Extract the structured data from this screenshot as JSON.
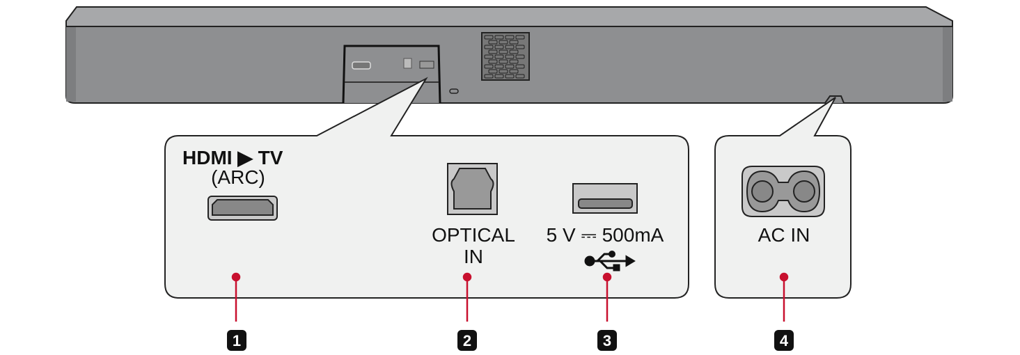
{
  "panels": {
    "hdmi": {
      "title": "HDMI ▶ TV",
      "subtitle": "(ARC)"
    },
    "optical": {
      "line1": "OPTICAL",
      "line2": "IN"
    },
    "usb": {
      "spec": "5 V ⎓ 500mA"
    },
    "ac": {
      "label": "AC IN"
    }
  },
  "callouts": [
    "1",
    "2",
    "3",
    "4"
  ],
  "colors": {
    "accent": "#c8102e",
    "body": "#8e8f91",
    "panel": "#f0f1f0"
  }
}
